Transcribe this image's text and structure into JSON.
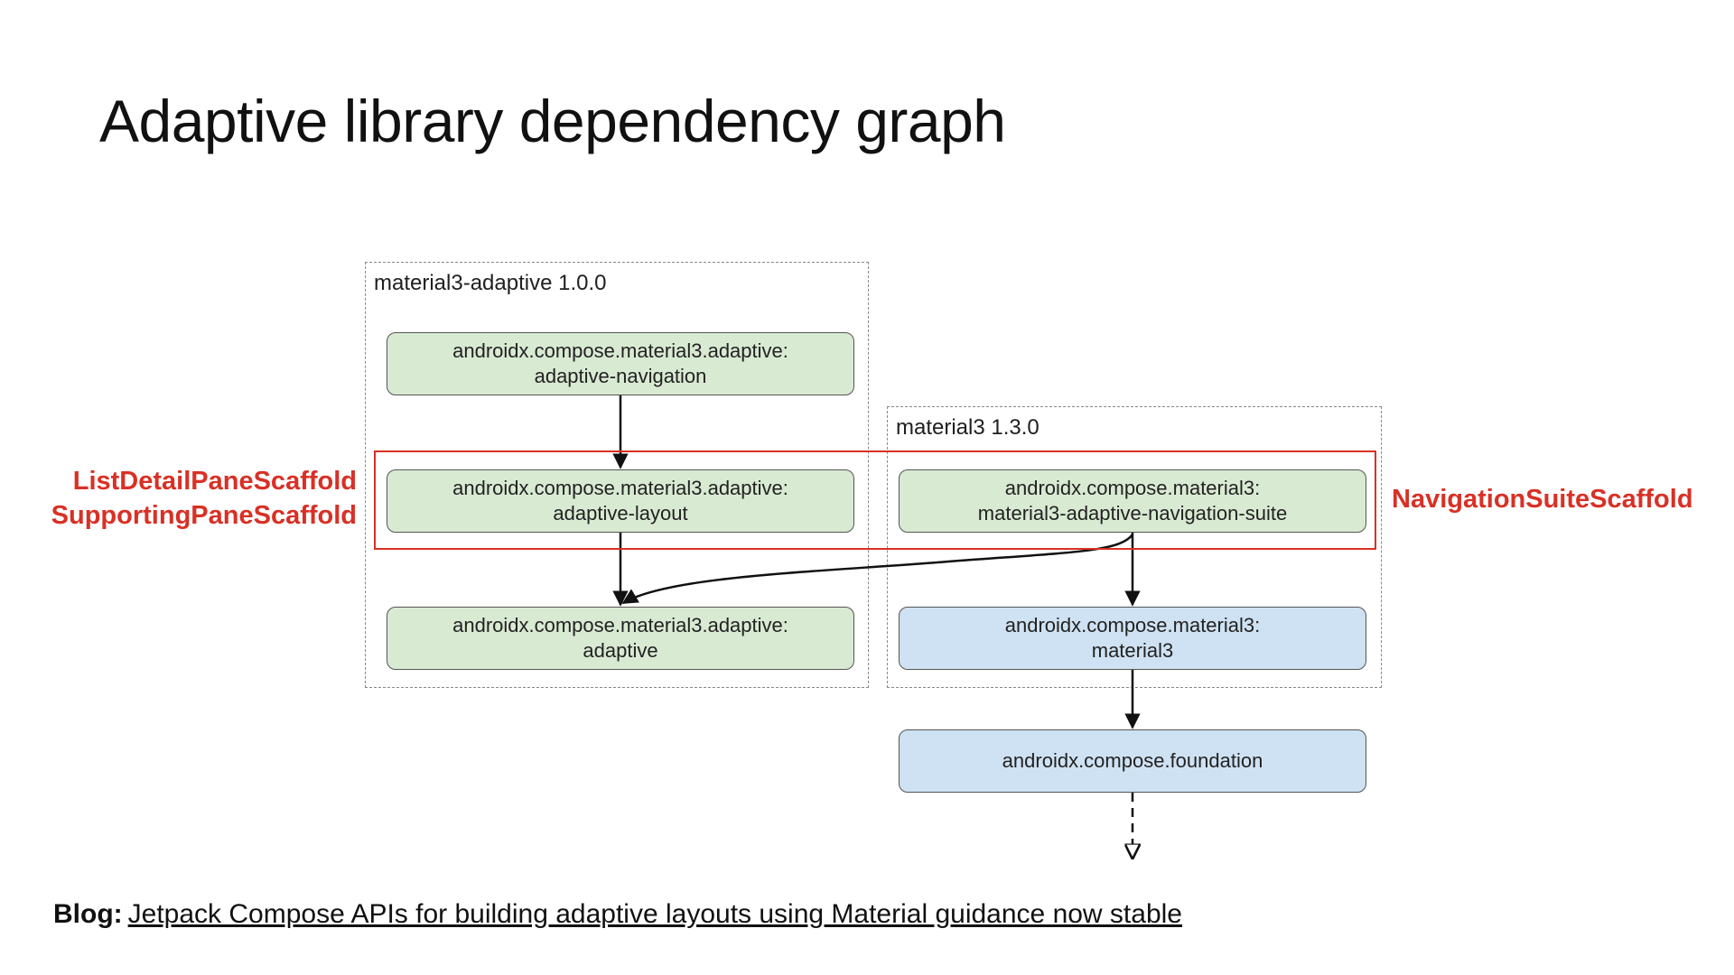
{
  "title": "Adaptive library dependency graph",
  "groups": {
    "adaptive": {
      "label": "material3-adaptive 1.0.0"
    },
    "material3": {
      "label": "material3 1.3.0"
    }
  },
  "nodes": {
    "adaptive_navigation": {
      "line1": "androidx.compose.material3.adaptive:",
      "line2": "adaptive-navigation"
    },
    "adaptive_layout": {
      "line1": "androidx.compose.material3.adaptive:",
      "line2": "adaptive-layout"
    },
    "adaptive": {
      "line1": "androidx.compose.material3.adaptive:",
      "line2": "adaptive"
    },
    "navigation_suite": {
      "line1": "androidx.compose.material3:",
      "line2": "material3-adaptive-navigation-suite"
    },
    "material3": {
      "line1": "androidx.compose.material3:",
      "line2": "material3"
    },
    "foundation": {
      "line1": "androidx.compose.foundation"
    }
  },
  "annotations": {
    "left_line1": "ListDetailPaneScaffold",
    "left_line2": "SupportingPaneScaffold",
    "right": "NavigationSuiteScaffold"
  },
  "colors": {
    "adaptive_node": "#d9ead3",
    "material_node": "#cfe2f3",
    "highlight": "#d93025"
  },
  "footer": {
    "label": "Blog:",
    "link_text": "Jetpack Compose APIs for building adaptive layouts using Material guidance now stable"
  }
}
